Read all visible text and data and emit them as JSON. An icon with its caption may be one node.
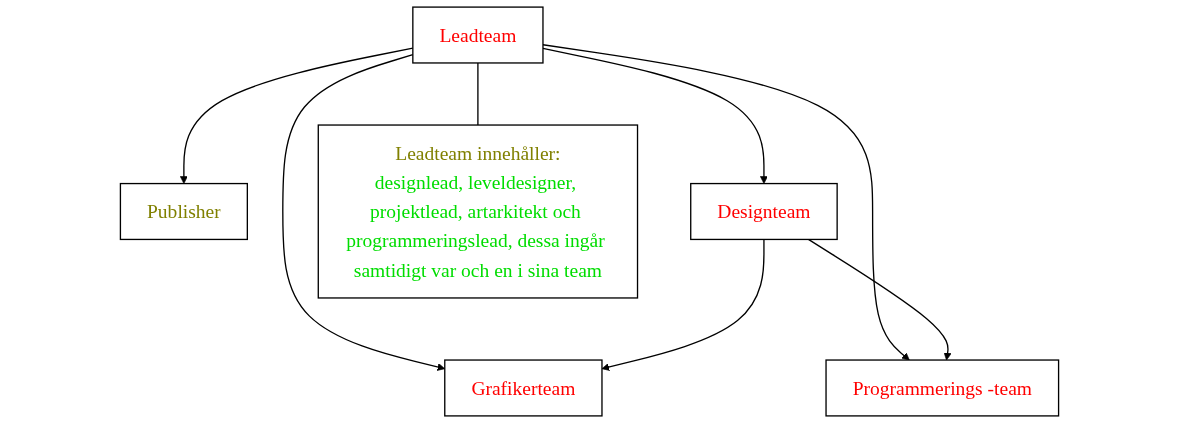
{
  "diagram": {
    "nodes": [
      {
        "text": [
          "Publisher"
        ]
      },
      {
        "text": [
          "Leadteam"
        ]
      },
      {
        "text": [
          "Designteam"
        ]
      },
      {
        "text": [
          "Leadteam innehåller:",
          "designlead, leveldesigner, projektlead, artarkitekt och programmeringslead, dessa ingår samtidigt var och en i sina team"
        ]
      },
      {
        "text": [
          "Grafikerteam"
        ]
      },
      {
        "text": [
          "Programmerings -team"
        ]
      }
    ],
    "edges": [
      {
        "from": 1,
        "to": 0,
        "arrow": "to"
      },
      {
        "from": 1,
        "to": 2,
        "arrow": "to"
      },
      {
        "from": 1,
        "to": 4,
        "arrow": "to"
      },
      {
        "from": 1,
        "to": 5,
        "arrow": "to"
      },
      {
        "from": 2,
        "to": 4,
        "arrow": "to"
      },
      {
        "from": 2,
        "to": 5,
        "arrow": "to"
      },
      {
        "from": 1,
        "to": 3,
        "arrow": "none"
      }
    ]
  }
}
